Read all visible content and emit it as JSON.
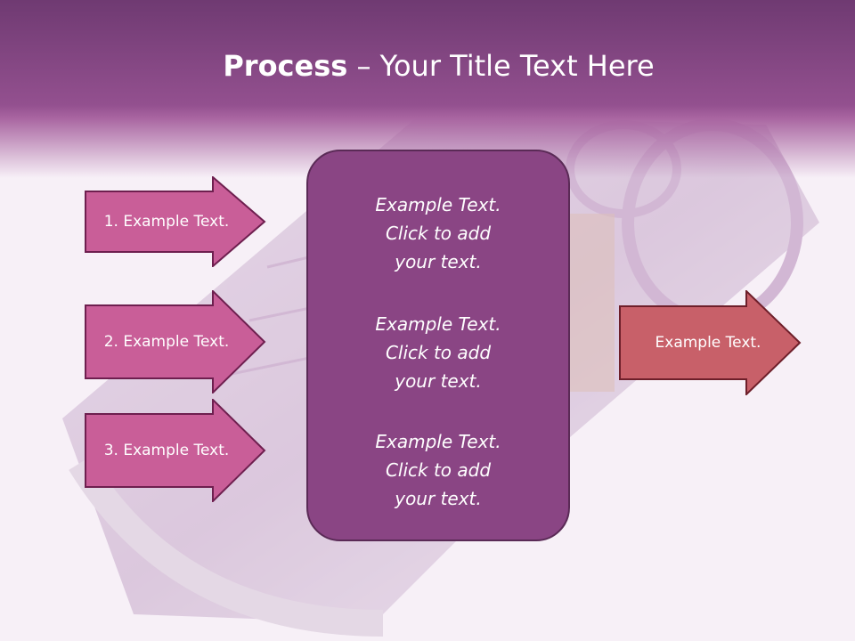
{
  "title": {
    "bold": "Process",
    "rest": " – Your Title Text Here"
  },
  "steps": [
    {
      "label": "1. Example Text."
    },
    {
      "label": "2. Example Text."
    },
    {
      "label": "3. Example Text."
    }
  ],
  "center": [
    {
      "line1": "Example Text.",
      "line2": "Click  to add",
      "line3": "your text."
    },
    {
      "line1": "Example Text.",
      "line2": "Click  to add",
      "line3": "your text."
    },
    {
      "line1": "Example Text.",
      "line2": "Click  to add",
      "line3": "your text."
    }
  ],
  "output": {
    "label": "Example Text."
  },
  "colors": {
    "header": "#93508f",
    "step_arrow": "#c95e98",
    "center_box": "#8a4584",
    "output_arrow": "#c86069"
  }
}
